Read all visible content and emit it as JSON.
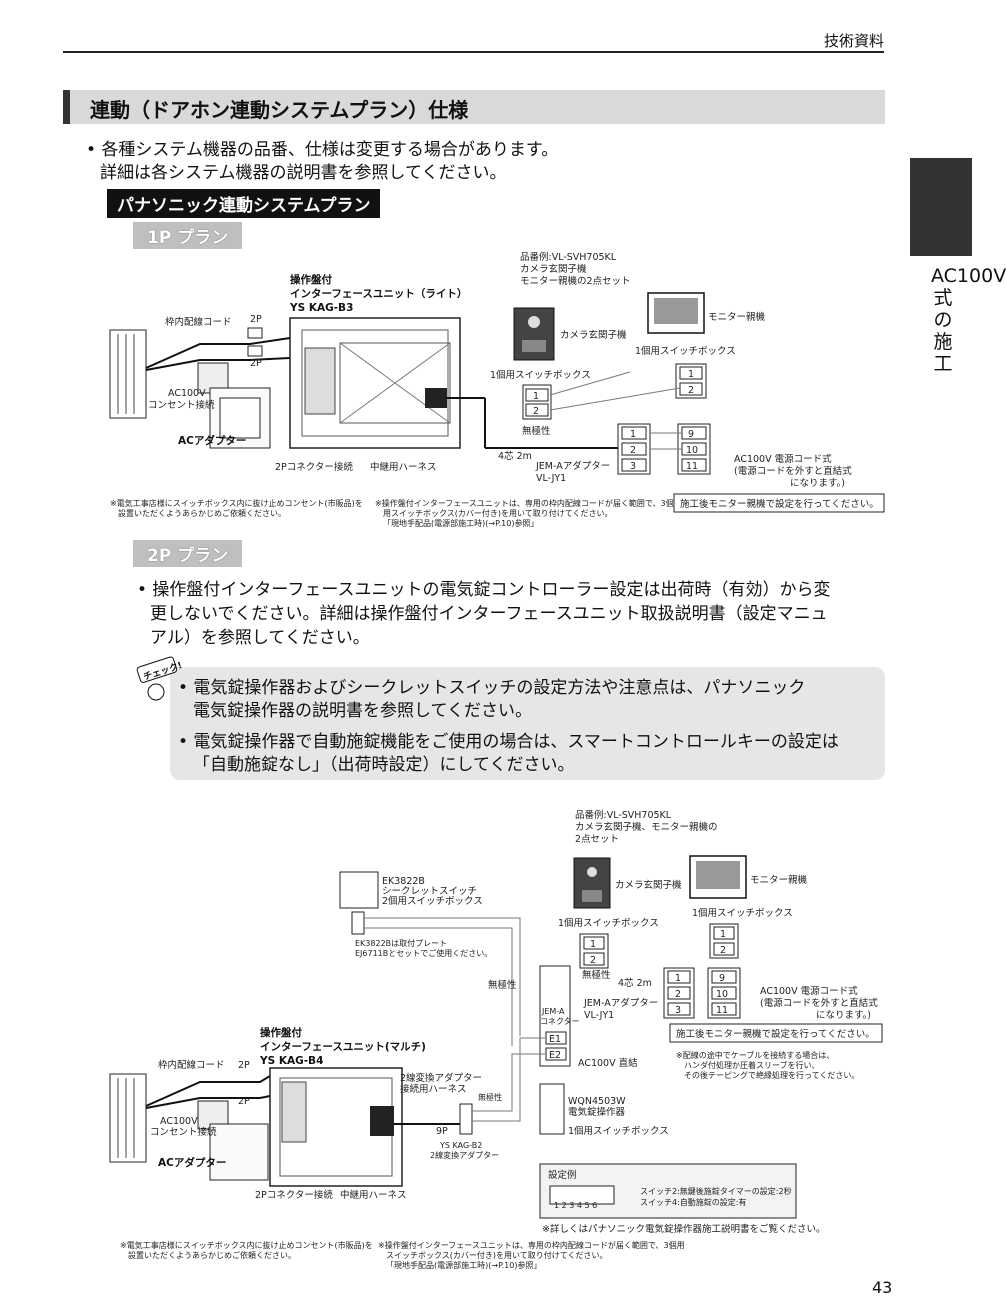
{
  "header": {
    "label": "技術資料"
  },
  "section": {
    "title": "連動（ドアホン連動システムプラン）仕様"
  },
  "side_tab": {
    "text": "AC100V式の施工"
  },
  "intro": {
    "line1": "• 各種システム機器の品番、仕様は変更する場合があります。",
    "line2": "詳細は各システム機器の説明書を参照してください。"
  },
  "plan_header": "パナソニック連動システムプラン",
  "plan1": {
    "label": "1P プラン",
    "unit_title1": "操作盤付",
    "unit_title2": "インターフェースユニット（ライト）",
    "unit_model": "YS KAG-B3",
    "part_no1": "品番例:VL-SVH705KL",
    "part_no2": "カメラ玄関子機",
    "part_no3": "モニター親機の2点セット",
    "camera": "カメラ玄関子機",
    "monitor": "モニター親機",
    "box1": "1個用スイッチボックス",
    "box2": "1個用スイッチボックス",
    "wall_cord": "枠内配線コード",
    "p2a": "2P",
    "p2b": "2P",
    "ac100": "AC100V",
    "outlet": "コンセント接続",
    "adapter": "ACアダプター",
    "connector": "2Pコネクター接続",
    "harness": "中継用ハーネス",
    "nonpolar": "無極性",
    "wire": "4芯 2m",
    "jem1": "JEM-Aアダプター",
    "jem2": "VL-JY1",
    "t1": "1",
    "t2": "2",
    "t3": "3",
    "t9": "9",
    "t10": "10",
    "t11": "11",
    "m1": "1",
    "m2": "2",
    "c1": "1",
    "c2": "2",
    "cord1": "AC100V 電源コード式",
    "cord2": "(電源コードを外すと直結式",
    "cord3": "になります。)",
    "setting": "施工後モニター親機で設定を行ってください。",
    "note_l1": "※電気工事店様にスイッチボックス内に抜け止めコンセント(市販品)を",
    "note_l2": "設置いただくようあらかじめご依頼ください。",
    "note_r1": "※操作盤付インターフェースユニットは、専用の枠内配線コードが届く範囲で、3個",
    "note_r2": "用スイッチボックス(カバー付き)を用いて取り付けてください。",
    "note_r3": "「現地手配品(電源部施工時)(→P.10)参照」"
  },
  "plan2": {
    "label": "2P プラン",
    "bullet1": "• 操作盤付インターフェースユニットの電気錠コントローラー設定は出荷時（有効）から変",
    "bullet2": "更しないでください。詳細は操作盤付インターフェースユニット取扱説明書（設定マニュ",
    "bullet3": "アル）を参照してください。",
    "badge": "チェック!",
    "check1": "• 電気錠操作器およびシークレットスイッチの設定方法や注意点は、パナソニック",
    "check2": "電気錠操作器の説明書を参照してください。",
    "check3": "• 電気錠操作器で自動施錠機能をご使用の場合は、スマートコントロールキーの設定は",
    "check4": "「自動施錠なし」（出荷時設定）にしてください。"
  },
  "diagram2": {
    "part_no1": "品番例:VL-SVH705KL",
    "part_no2": "カメラ玄関子機、モニター親機の",
    "part_no3": "2点セット",
    "camera": "カメラ玄関子機",
    "monitor": "モニター親機",
    "box_cam": "1個用スイッチボックス",
    "box_mon": "1個用スイッチボックス",
    "ek1": "EK3822B",
    "ek2": "シークレットスイッチ",
    "ek3": "2個用スイッチボックス",
    "ek4": "EK3822Bは取付プレート",
    "ek5": "EJ6711Bとセットでご使用ください。",
    "nonpolar_a": "無極性",
    "nonpolar_b": "無極性",
    "nonpolar_c": "無極性",
    "jem_box1": "JEM-A",
    "jem_box2": "コネクター",
    "e1": "E1",
    "e2": "E2",
    "ac_direct": "AC100V 直結",
    "wire": "4芯 2m",
    "jem1": "JEM-Aアダプター",
    "jem2": "VL-JY1",
    "t1": "1",
    "t2": "2",
    "t3": "3",
    "t9": "9",
    "t10": "10",
    "t11": "11",
    "m1": "1",
    "m2": "2",
    "c1": "1",
    "c2": "2",
    "cord1": "AC100V 電源コード式",
    "cord2": "(電源コードを外すと直結式",
    "cord3": "になります。)",
    "setting": "施工後モニター親機で設定を行ってください。",
    "cable_note1": "※配線の途中でケーブルを接続する場合は、",
    "cable_note2": "ハンダ付処理か圧着スリーブを行い、",
    "cable_note3": "その後テーピングで絶縁処理を行ってください。",
    "unit_title1": "操作盤付",
    "unit_title2": "インターフェースユニット(マルチ)",
    "unit_model": "YS KAG-B4",
    "wall_cord": "枠内配線コード",
    "p2a": "2P",
    "p2b": "2P",
    "ac100": "AC100V",
    "outlet": "コンセント接続",
    "adapter": "ACアダプター",
    "conv1": "2線変換アダプター",
    "conv2": "接続用ハーネス",
    "p9": "9P",
    "conv3": "YS KAG-B2",
    "conv4": "2線変換アダプター",
    "wqn1": "WQN4503W",
    "wqn2": "電気錠操作器",
    "box_wqn": "1個用スイッチボックス",
    "connector": "2Pコネクター接続",
    "harness": "中継用ハーネス",
    "set_title": "設定例",
    "dip": "1 2 3 4 5 6",
    "sw1": "スイッチ2:無鍵後施錠タイマーの設定:2秒",
    "sw2": "スイッチ4:自動施錠の設定:有",
    "detail": "※詳しくはパナソニック電気錠操作器施工説明書をご覧ください。",
    "note_l1": "※電気工事店様にスイッチボックス内に抜け止めコンセント(市販品)を",
    "note_l2": "設置いただくようあらかじめご依頼ください。",
    "note_r1": "※操作盤付インターフェースユニットは、専用の枠内配線コードが届く範囲で、3個用",
    "note_r2": "スイッチボックス(カバー付き)を用いて取り付けてください。",
    "note_r3": "「現地手配品(電源部施工時)(→P.10)参照」"
  },
  "page_number": "43"
}
